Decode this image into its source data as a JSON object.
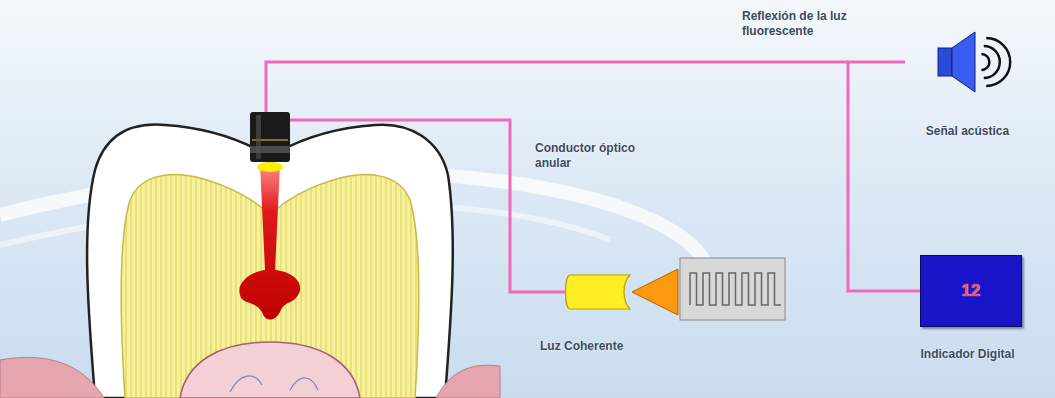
{
  "diagram": {
    "nodes": [
      {
        "text": [
          "Señal acústica"
        ]
      },
      {
        "text": [
          "12",
          "Indicador Digital"
        ]
      },
      {
        "text": [
          "Luz Coherente"
        ]
      }
    ],
    "edges": [
      {
        "from": 0,
        "to": 1,
        "arrow": "none"
      }
    ],
    "labels": [
      "Reflexión de la luz fluorescente",
      "Conductor óptico anular"
    ]
  }
}
